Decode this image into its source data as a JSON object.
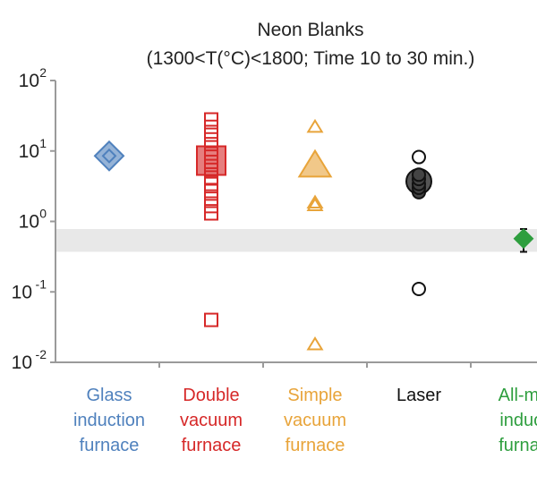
{
  "chart_data": {
    "type": "scatter",
    "title": "Neon Blanks",
    "subtitle": "(1300<T(°C)<1800; Time 10 to 30 min.)",
    "y_scale": "log",
    "ylim": [
      0.01,
      100
    ],
    "y_ticks": [
      {
        "value": 0.01,
        "base": "10",
        "exp": "-2"
      },
      {
        "value": 0.1,
        "base": "10",
        "exp": "-1"
      },
      {
        "value": 1,
        "base": "10",
        "exp": "0"
      },
      {
        "value": 10,
        "base": "10",
        "exp": "1"
      },
      {
        "value": 100,
        "base": "10",
        "exp": "2"
      }
    ],
    "gridlines": false,
    "reference_band": {
      "low": 0.37,
      "high": 0.78,
      "color": "#e8e8e8"
    },
    "categories": [
      {
        "label_lines": [
          "Glass",
          "induction",
          "furnace"
        ],
        "color": "#4f81bd"
      },
      {
        "label_lines": [
          "Double",
          "vacuum",
          "furnace"
        ],
        "color": "#d62828"
      },
      {
        "label_lines": [
          "Simple",
          "vacuum",
          "furnace"
        ],
        "color": "#e8a43a"
      },
      {
        "label_lines": [
          "Laser"
        ],
        "color": "#111111"
      },
      {
        "label_lines": [
          "All-me",
          "induct",
          "furnac"
        ],
        "color": "#2e9e3e"
      }
    ],
    "series": [
      {
        "category_index": 0,
        "marker": "diamond",
        "color": "#4f81bd",
        "points": [
          8.5
        ],
        "mean": 8.5
      },
      {
        "category_index": 1,
        "marker": "square",
        "color": "#d62828",
        "points": [
          0.04,
          1.3,
          1.65,
          2.1,
          2.7,
          3.4,
          4.2,
          5.4,
          7.0,
          9.2,
          12.5,
          17.0,
          22.0,
          28.0
        ],
        "mean": 7.3
      },
      {
        "category_index": 2,
        "marker": "triangle",
        "color": "#e8a43a",
        "points": [
          0.018,
          1.7,
          1.85,
          22.0
        ],
        "mean": 6.3
      },
      {
        "category_index": 3,
        "marker": "circle",
        "color": "#111111",
        "points": [
          0.11,
          2.6,
          3.0,
          3.4,
          4.0,
          4.6,
          8.2
        ],
        "mean": 3.7
      },
      {
        "category_index": 4,
        "marker": "diamond",
        "color": "#2e9e3e",
        "points": [],
        "mean": 0.57,
        "error": [
          0.37,
          0.78
        ]
      }
    ]
  }
}
